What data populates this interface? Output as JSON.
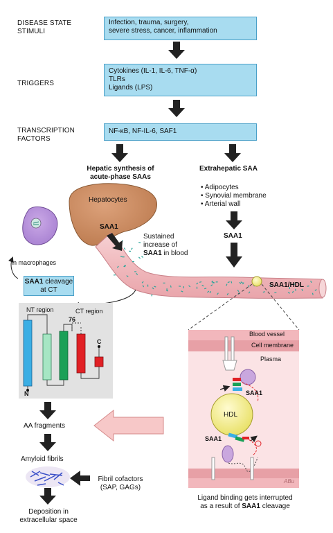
{
  "rows": {
    "disease_state": {
      "label": "DISEASE STATE\nSTIMULI",
      "box": "Infection, trauma, surgery,\nsevere stress, cancer, inflammation"
    },
    "triggers": {
      "label": "TRIGGERS",
      "box": "Cytokines  (IL-1, IL-6, TNF-α)\nTLRs\nLigands  (LPS)"
    },
    "transcription": {
      "label": "TRANSCRIPTION\nFACTORS",
      "box": "NF-κB, NF-IL-6, SAF1"
    }
  },
  "hepatic": {
    "title": "Hepatic synthesis of\nacute-phase SAAs",
    "hepatocytes": "Hepatocytes",
    "saa1": "SAA1"
  },
  "extrahepatic": {
    "title": "Extrahepatic SAA",
    "items": [
      "Adipocytes",
      "Synovial membrane",
      "Arterial wall"
    ],
    "saa1": "SAA1"
  },
  "blood": {
    "sustained_1": "Sustained",
    "sustained_2": "increase of",
    "sustained_saa1": "SAA1",
    "sustained_3": " in blood",
    "saa1_hdl": "SAA1/HDL"
  },
  "macrophage": {
    "label": "in macrophages",
    "cleavage_saa1": "SAA1",
    "cleavage_rest": "  cleavage",
    "cleavage_at": "at CT"
  },
  "protein": {
    "nt": "NT region",
    "ct": "CT region",
    "n": "N",
    "c": "C",
    "residue": "76"
  },
  "pathway": {
    "aa": "AA fragments",
    "amyloid": "Amyloid fibrils",
    "cofactors": "Fibril cofactors\n(SAP, GAGs)",
    "deposition": "Deposition in\nextracellular space"
  },
  "inset": {
    "blood_vessel": "Blood vessel",
    "cell_membrane": "Cell membrane",
    "plasma": "Plasma",
    "saa1_top": "SAA1",
    "hdl": "HDL",
    "saa1_bottom": "SAA1",
    "signature": "ABu"
  },
  "caption": {
    "line1": "Ligand binding gets interrupted",
    "line2_pre": "as a result of ",
    "line2_saa1": "SAA1",
    "line2_post": " cleavage"
  },
  "colors": {
    "box_fill": "#a8dcf0",
    "box_border": "#4aa0c8",
    "liver": "#c98b5f",
    "vessel": "#f3c0c4",
    "hdl": "#f6f08a",
    "macrophage": "#9d6cc4"
  }
}
